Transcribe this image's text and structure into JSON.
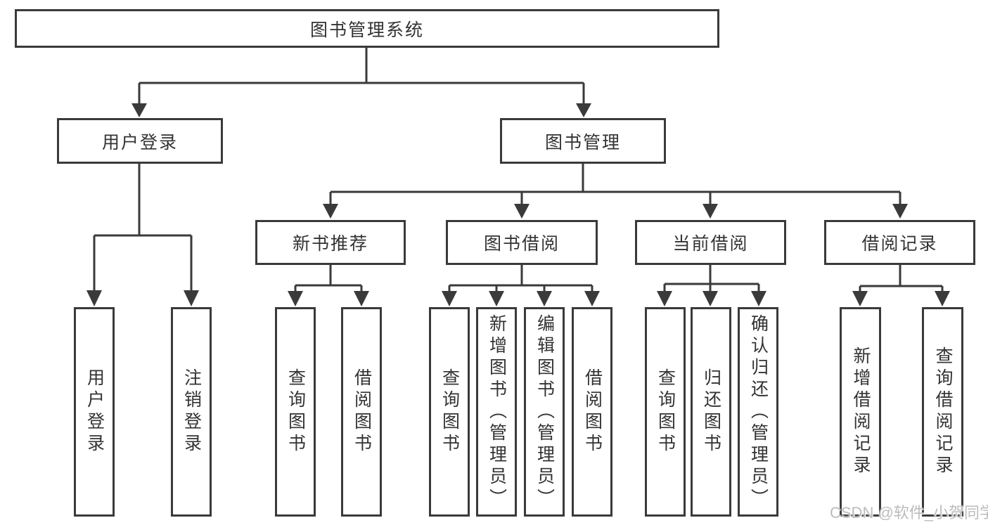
{
  "diagram_title": "图书管理系统",
  "tree": {
    "root": {
      "label": "图书管理系统",
      "children": [
        {
          "label": "用户登录",
          "children": [
            {
              "label": "用户登录"
            },
            {
              "label": "注销登录"
            }
          ]
        },
        {
          "label": "图书管理",
          "children": [
            {
              "label": "新书推荐",
              "children": [
                {
                  "label": "查询图书"
                },
                {
                  "label": "借阅图书"
                }
              ]
            },
            {
              "label": "图书借阅",
              "children": [
                {
                  "label": "查询图书"
                },
                {
                  "label": "新增图书（管理员）"
                },
                {
                  "label": "编辑图书（管理员）"
                },
                {
                  "label": "借阅图书"
                }
              ]
            },
            {
              "label": "当前借阅",
              "children": [
                {
                  "label": "查询图书"
                },
                {
                  "label": "归还图书"
                },
                {
                  "label": "确认归还（管理员）"
                }
              ]
            },
            {
              "label": "借阅记录",
              "children": [
                {
                  "label": "新增借阅记录"
                },
                {
                  "label": "查询借阅记录"
                }
              ]
            }
          ]
        }
      ]
    }
  },
  "watermark": {
    "text": "CSDN @软件_小贺同学"
  },
  "colors": {
    "line": "#3a3a3a",
    "box_border": "#3a3a3a",
    "box_fill": "#ffffff",
    "text": "#333333",
    "watermark": "#bcbcbc",
    "background": "#ffffff"
  }
}
